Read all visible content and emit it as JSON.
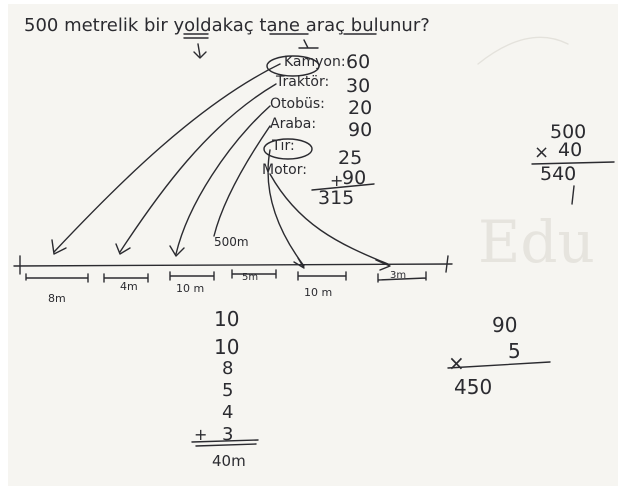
{
  "question": "500 metrelik bir yoldakaç tane araç bulunur?",
  "vehicles": [
    {
      "name": "Kamyon:",
      "value": "60"
    },
    {
      "name": "Traktör:",
      "value": "30"
    },
    {
      "name": "Otobüs:",
      "value": "20"
    },
    {
      "name": "Araba:",
      "value": "90"
    },
    {
      "name": "Tır:",
      "value": "25"
    },
    {
      "name": "Motor:",
      "value": "90"
    }
  ],
  "sum": {
    "plus": "+",
    "total": "315"
  },
  "multiplication_1": {
    "a": "500",
    "b": "40",
    "op": "×",
    "result": "540"
  },
  "multiplication_2": {
    "a": "90",
    "b": "5",
    "op": "×",
    "result": "450"
  },
  "road": {
    "length_label": "500m",
    "segments": [
      "8m",
      "4m",
      "10 m",
      "5m",
      "10 m",
      "3m"
    ]
  },
  "column_sum": {
    "values": [
      "10",
      "10",
      "8",
      "5",
      "4",
      "3"
    ],
    "plus": "+",
    "total": "40m"
  },
  "ghost_text": "Edu"
}
